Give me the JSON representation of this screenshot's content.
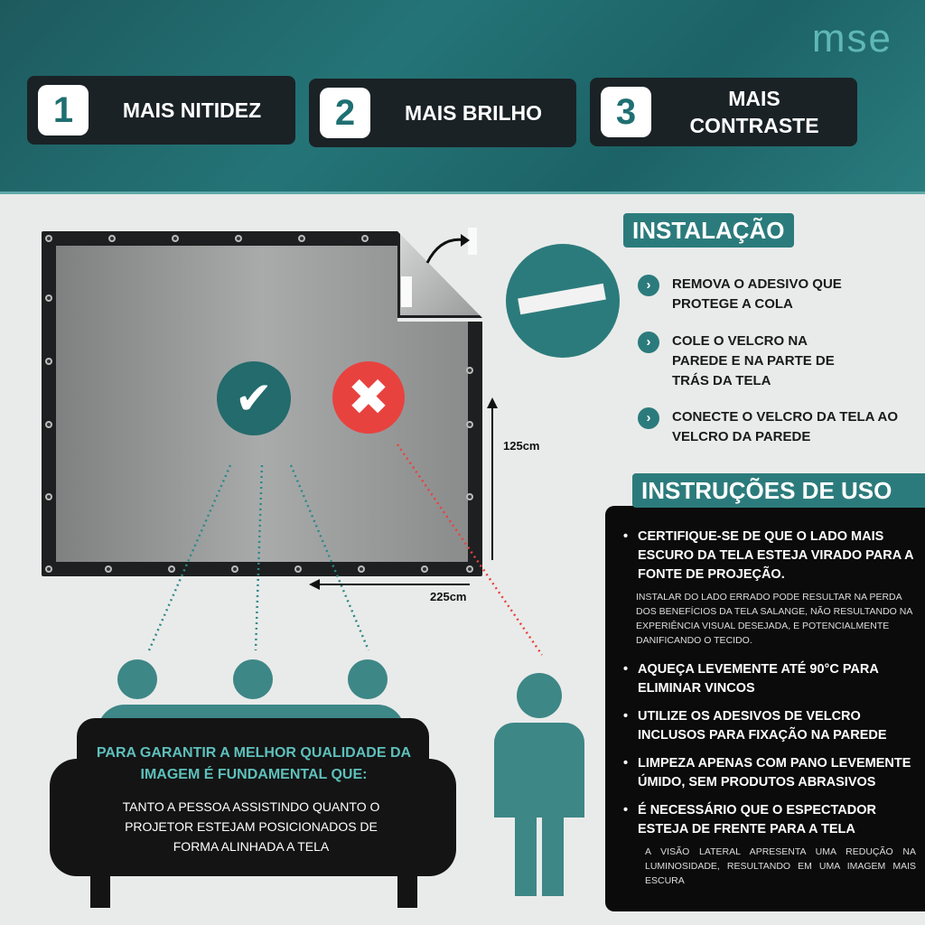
{
  "brand": "mse",
  "features": [
    {
      "number": "1",
      "label": "MAIS NITIDEZ"
    },
    {
      "number": "2",
      "label": "MAIS BRILHO"
    },
    {
      "number": "3",
      "label": "MAIS CONTRASTE"
    }
  ],
  "dimensions": {
    "height": "125cm",
    "width": "225cm"
  },
  "installation": {
    "title": "INSTALAÇÃO",
    "steps": [
      "REMOVA O ADESIVO QUE PROTEGE A COLA",
      "COLE O VELCRO NA PAREDE E NA PARTE DE TRÁS DA TELA",
      "CONECTE O VELCRO DA TELA AO VELCRO DA PAREDE"
    ]
  },
  "usage": {
    "title": "INSTRUÇÕES DE USO",
    "items": [
      {
        "text": "CERTIFIQUE-SE DE QUE O LADO MAIS ESCURO DA TELA ESTEJA VIRADO PARA A FONTE DE PROJEÇÃO.",
        "note": "INSTALAR DO LADO ERRADO PODE RESULTAR NA PERDA DOS BENEFÍCIOS DA TELA SALANGE, NÃO RESULTANDO NA EXPERIÊNCIA VISUAL DESEJADA, E POTENCIALMENTE DANIFICANDO O TECIDO."
      },
      {
        "text": "AQUEÇA LEVEMENTE ATÉ 90°C PARA ELIMINAR VINCOS"
      },
      {
        "text": "UTILIZE OS ADESIVOS DE VELCRO INCLUSOS PARA FIXAÇÃO NA PAREDE"
      },
      {
        "text": "LIMPEZA APENAS COM PANO LEVEMENTE ÚMIDO, SEM PRODUTOS ABRASIVOS"
      },
      {
        "text": "É NECESSÁRIO QUE O ESPECTADOR ESTEJA DE FRENTE PARA A TELA",
        "note": "A VISÃO LATERAL APRESENTA UMA REDUÇÃO NA LUMINOSIDADE, RESULTANDO EM UMA IMAGEM MAIS ESCURA"
      }
    ]
  },
  "sofa": {
    "headline": "PARA GARANTIR A MELHOR QUALIDADE DA IMAGEM É FUNDAMENTAL QUE:",
    "body": "TANTO A PESSOA ASSISTINDO QUANTO O PROJETOR ESTEJAM POSICIONADOS DE FORMA ALINHADA A TELA"
  },
  "colors": {
    "teal": "#2c7b7c",
    "header": "#1f6f72",
    "error": "#e8423f"
  }
}
